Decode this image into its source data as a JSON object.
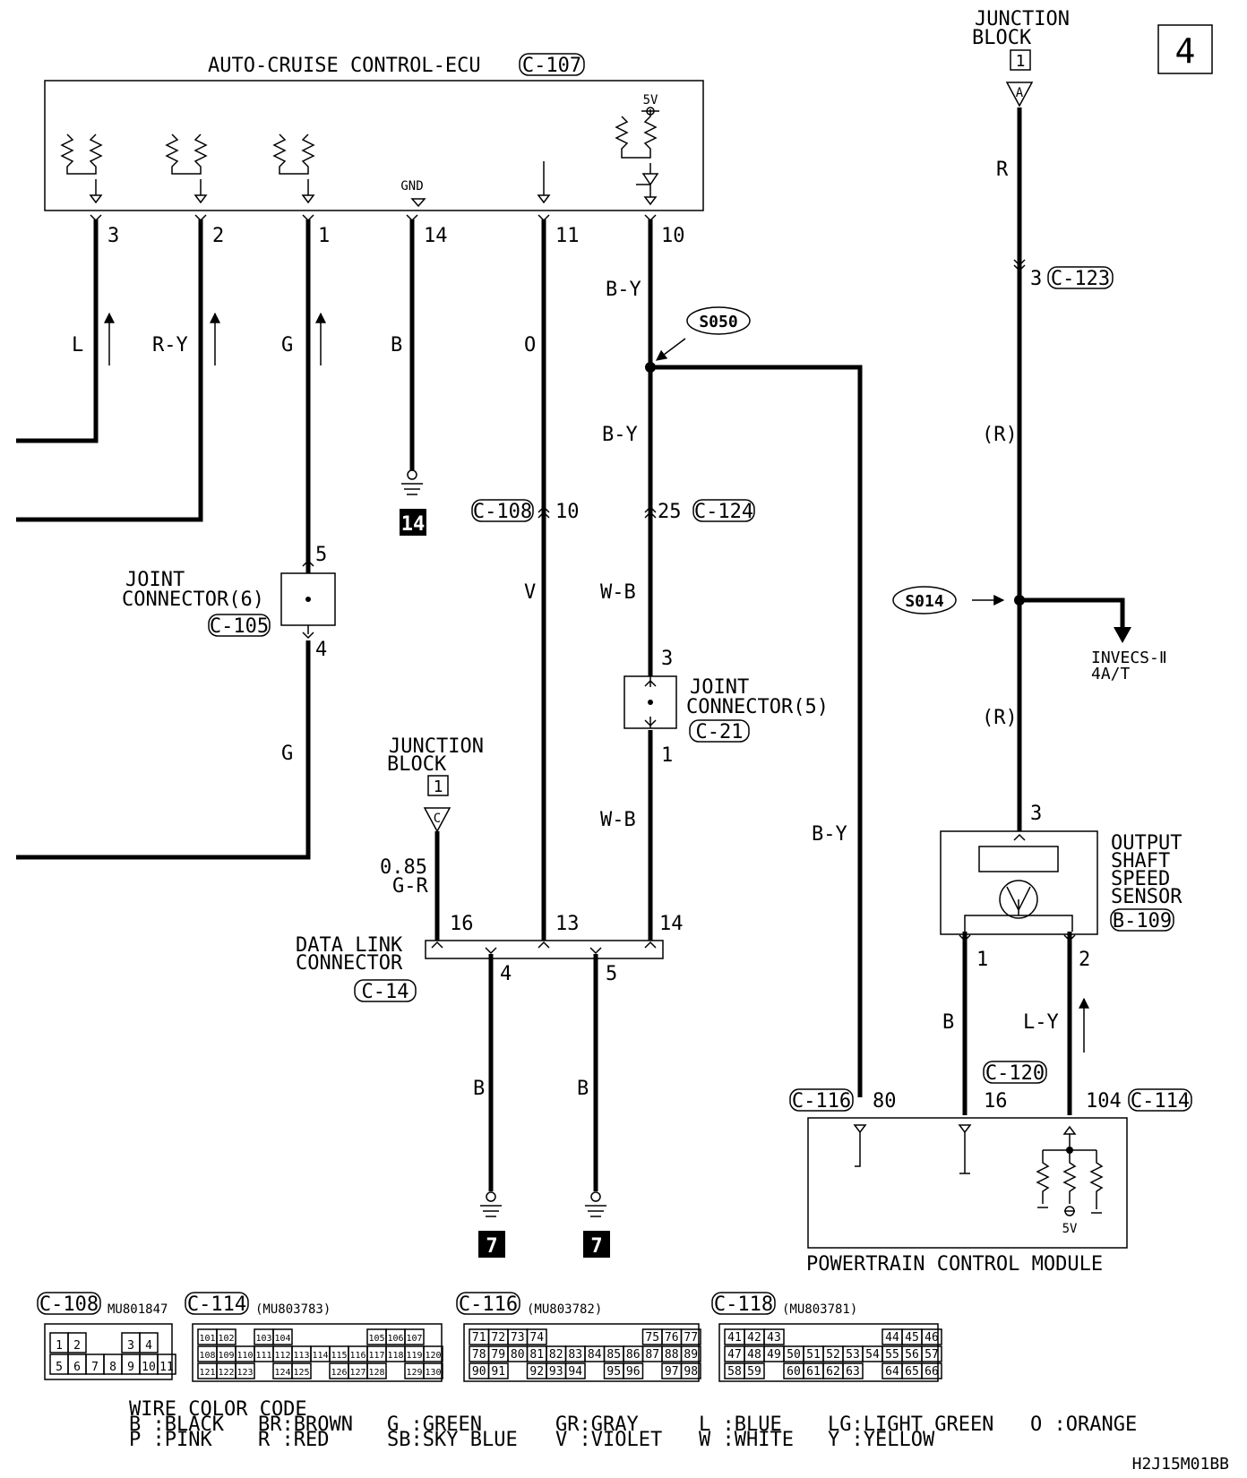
{
  "page_number": "4",
  "ecu": {
    "title": "AUTO-CRUISE CONTROL-ECU",
    "connector": "C-107",
    "gnd_label": "GND",
    "v5_label": "5V",
    "pins": [
      "3",
      "2",
      "1",
      "14",
      "11",
      "10"
    ]
  },
  "junction_block_top": {
    "title_line1": "JUNCTION",
    "title_line2": "BLOCK",
    "number": "1",
    "terminal": "A",
    "wire_color": "R",
    "pin": "3",
    "connector": "C-123"
  },
  "junction_block_bottom": {
    "title_line1": "JUNCTION",
    "title_line2": "BLOCK",
    "number": "1",
    "terminal": "C",
    "wire_size": "0.85",
    "wire_color": "G-R"
  },
  "wires": {
    "l": "L",
    "ry": "R-Y",
    "g_upper": "G",
    "g_lower": "G",
    "b_gnd": "B",
    "o": "O",
    "v": "V",
    "by_top": "B-Y",
    "by_mid": "B-Y",
    "wb_upper": "W-B",
    "wb_lower": "W-B",
    "by_right": "B-Y",
    "r_paren_upper": "(R)",
    "r_paren_lower": "(R)",
    "b_sensor": "B",
    "ly_sensor": "L-Y",
    "b_dlc4": "B",
    "b_dlc5": "B"
  },
  "splices": {
    "s050": "S050",
    "s014": "S014"
  },
  "grounds": {
    "g14": "14",
    "g7a": "7",
    "g7b": "7"
  },
  "invecs": {
    "line1": "INVECS-Ⅱ",
    "line2": "4A/T"
  },
  "joint_connector_6": {
    "line1": "JOINT",
    "line2": "CONNECTOR(6)",
    "connector": "C-105",
    "pin_top": "5",
    "pin_bottom": "4"
  },
  "joint_connector_5": {
    "line1": "JOINT",
    "line2": "CONNECTOR(5)",
    "connector": "C-21",
    "pin_top": "3",
    "pin_bottom": "1"
  },
  "c108": {
    "connector": "C-108",
    "pin": "10"
  },
  "c124": {
    "connector": "C-124",
    "pin": "25"
  },
  "data_link": {
    "line1": "DATA LINK",
    "line2": "CONNECTOR",
    "connector": "C-14",
    "pins": [
      "16",
      "13",
      "14",
      "4",
      "5"
    ]
  },
  "sensor": {
    "line1": "OUTPUT",
    "line2": "SHAFT",
    "line3": "SPEED",
    "line4": "SENSOR",
    "connector": "B-109",
    "pin_top": "3",
    "pin_left": "1",
    "pin_right": "2"
  },
  "pcm": {
    "title": "POWERTRAIN CONTROL MODULE",
    "c116": "C-116",
    "pin80": "80",
    "c120": "C-120",
    "pin16": "16",
    "pin104": "104",
    "c114": "C-114",
    "v5_label": "5V"
  },
  "connector_views": [
    {
      "name": "C-108",
      "part": "MU801847",
      "rows": [
        [
          "1",
          "2",
          "",
          "",
          "3",
          "4"
        ],
        [
          "5",
          "6",
          "7",
          "8",
          "9",
          "10",
          "11"
        ]
      ]
    },
    {
      "name": "C-114",
      "part": "(MU803783)",
      "rows": [
        [
          "101",
          "102",
          "",
          "103",
          "104",
          "",
          "",
          "",
          "",
          "105",
          "106",
          "107"
        ],
        [
          "108",
          "109",
          "110",
          "111",
          "112",
          "113",
          "114",
          "115",
          "116",
          "117",
          "118",
          "119",
          "120"
        ],
        [
          "121",
          "122",
          "123",
          "",
          "124",
          "125",
          "",
          "126",
          "127",
          "128",
          "",
          "129",
          "130"
        ]
      ]
    },
    {
      "name": "C-116",
      "part": "(MU803782)",
      "rows": [
        [
          "71",
          "72",
          "73",
          "74",
          "",
          "",
          "",
          "",
          "",
          "75",
          "76",
          "77"
        ],
        [
          "78",
          "79",
          "80",
          "81",
          "82",
          "83",
          "84",
          "85",
          "86",
          "87",
          "88",
          "89"
        ],
        [
          "90",
          "91",
          "",
          "92",
          "93",
          "94",
          "",
          "95",
          "96",
          "",
          "97",
          "98"
        ]
      ]
    },
    {
      "name": "C-118",
      "part": "(MU803781)",
      "rows": [
        [
          "41",
          "42",
          "43",
          "",
          "",
          "",
          "",
          "",
          "44",
          "45",
          "46"
        ],
        [
          "47",
          "48",
          "49",
          "50",
          "51",
          "52",
          "53",
          "54",
          "55",
          "56",
          "57"
        ],
        [
          "58",
          "59",
          "",
          "60",
          "61",
          "62",
          "63",
          "",
          "64",
          "65",
          "66"
        ]
      ]
    }
  ],
  "legend": {
    "title": "WIRE COLOR CODE",
    "row1": [
      "B :BLACK",
      "BR:BROWN",
      "G :GREEN",
      "GR:GRAY",
      "L :BLUE",
      "LG:LIGHT GREEN",
      "O :ORANGE"
    ],
    "row2": [
      "P :PINK",
      "R :RED",
      "SB:SKY BLUE",
      "V :VIOLET",
      "W :WHITE",
      "Y :YELLOW"
    ]
  },
  "figure_code": "H2J15M01BB"
}
